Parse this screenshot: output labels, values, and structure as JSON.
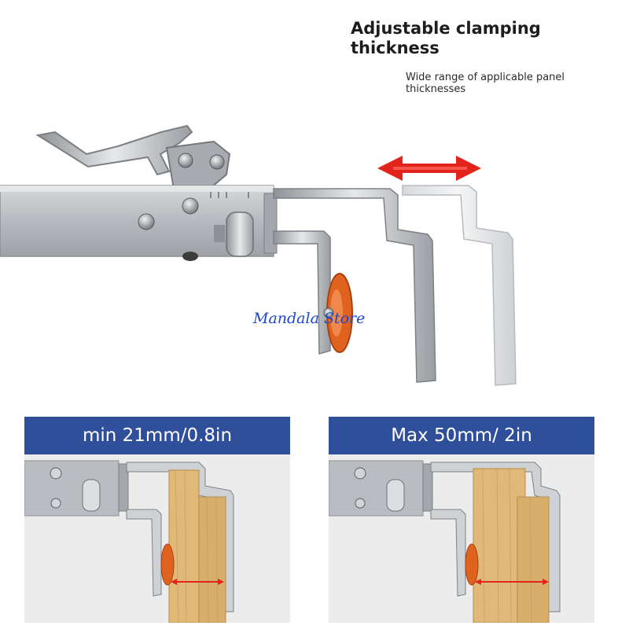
{
  "header": {
    "title": "Adjustable clamping thickness",
    "subtitle": "Wide range of applicable panel thicknesses"
  },
  "watermark": "Mandala Store",
  "panels": [
    {
      "label": "min 21mm/0.8in",
      "board_count": 2,
      "board_color": "#e0b877"
    },
    {
      "label": "Max 50mm/ 2in",
      "board_count": 2,
      "board_color": "#e0b877"
    }
  ],
  "colors": {
    "panel_header": "#2f4f9a",
    "rail": "#b9bcc0",
    "roller": "#e0621f",
    "arrow": "#e3241d",
    "text": "#1d1d1d"
  },
  "icons": [
    "clamp-lever-icon",
    "screw-icon",
    "roller-wheel-icon",
    "double-arrow-icon"
  ]
}
